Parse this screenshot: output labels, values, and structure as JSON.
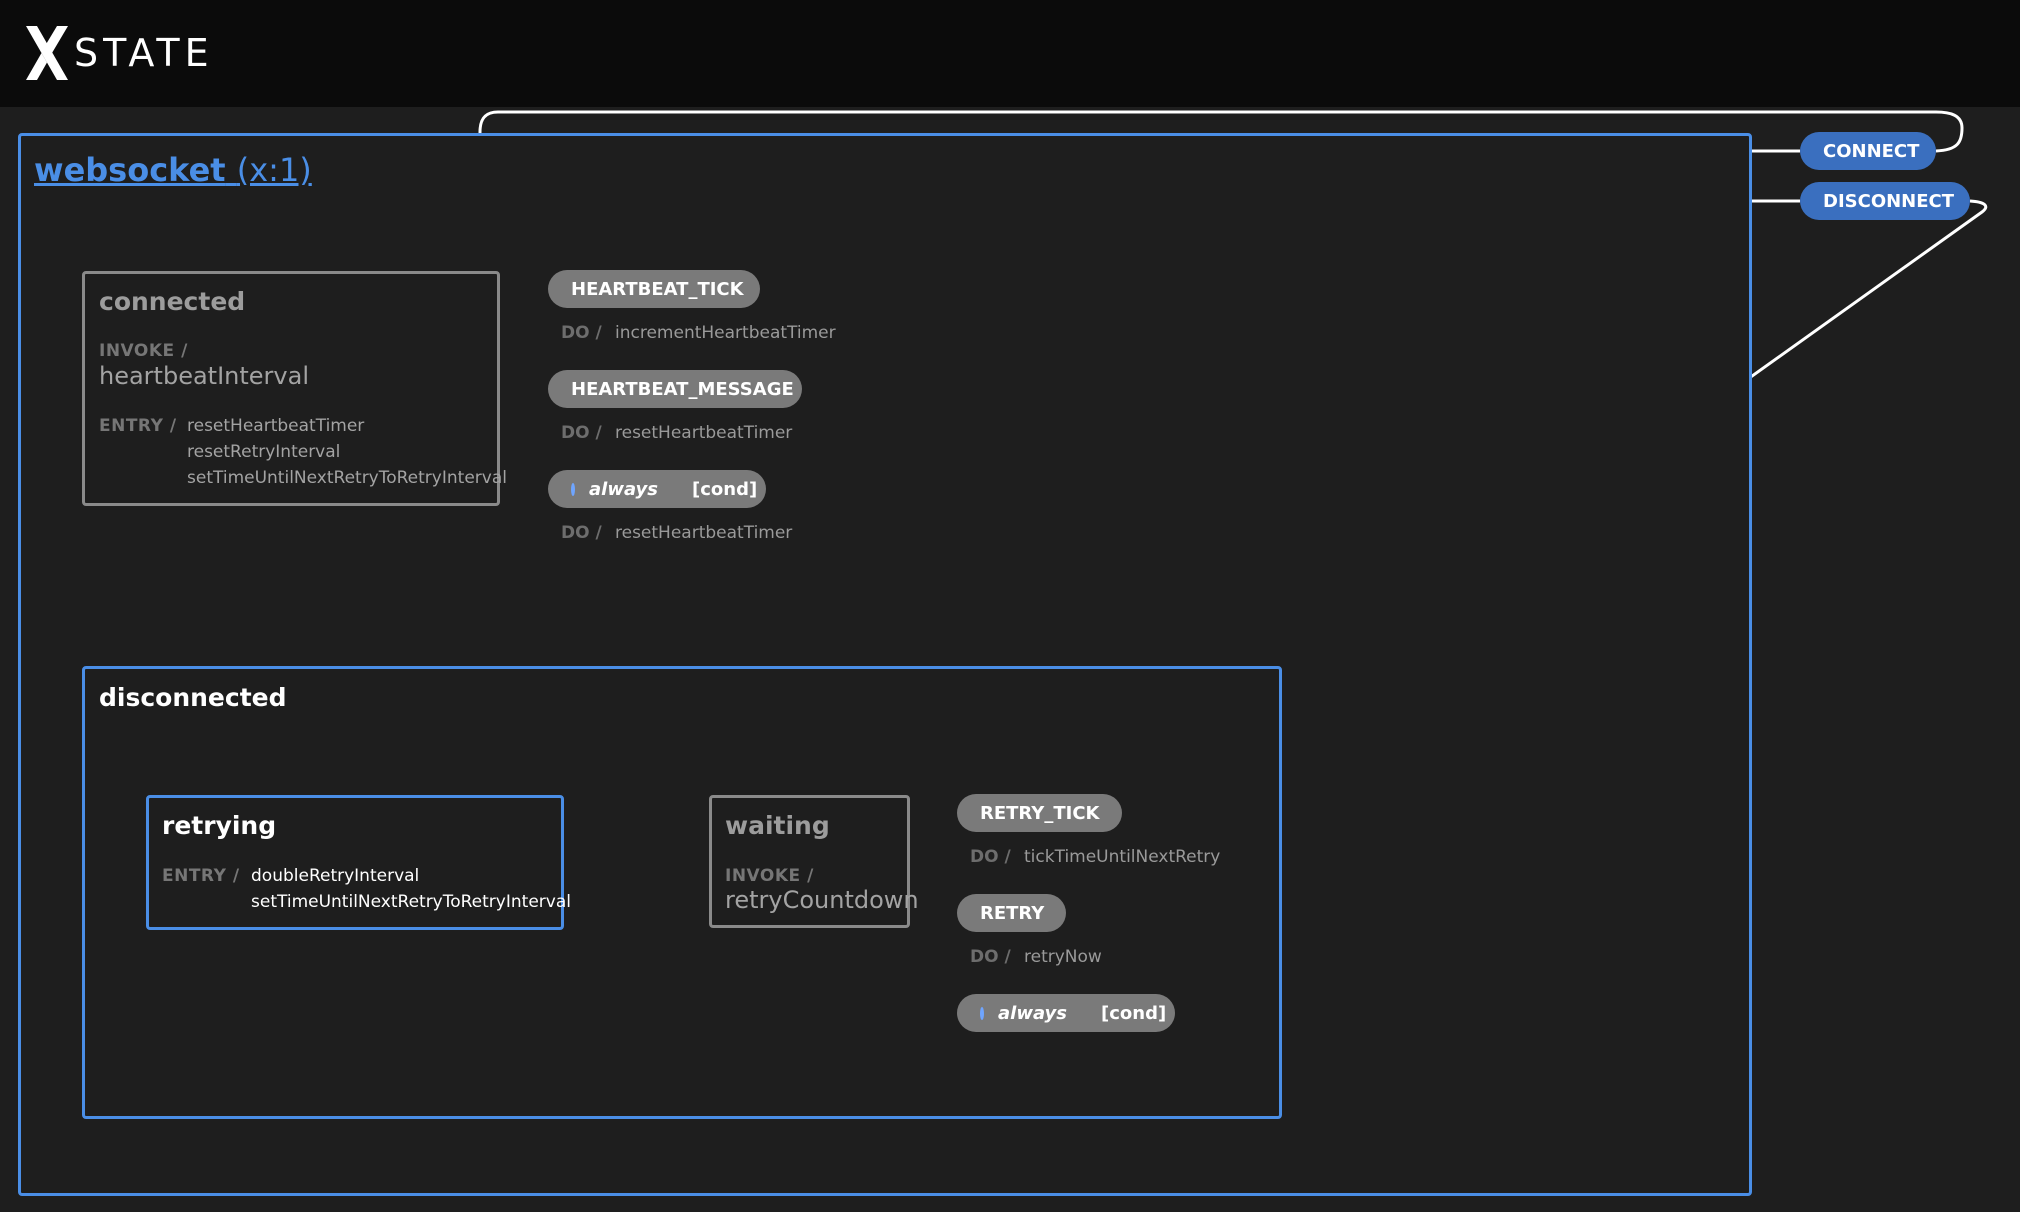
{
  "app": {
    "logo_mark": "X",
    "logo_word": "STATE"
  },
  "colors": {
    "background": "#1e1e1e",
    "topbar": "#0b0b0b",
    "active_border": "#4a8ee6",
    "inactive_border": "#8a8a8a",
    "event_pill": "#7a7a7a",
    "global_event_pill": "#3a6fbf"
  },
  "machine": {
    "name": "websocket",
    "id_label": "(x:1)"
  },
  "global_events": {
    "connect": "CONNECT",
    "disconnect": "DISCONNECT"
  },
  "states": {
    "connected": {
      "title": "connected",
      "invoke_key": "INVOKE /",
      "invoke_value": "heartbeatInterval",
      "entry_key": "ENTRY /",
      "entry_actions": [
        "resetHeartbeatTimer",
        "resetRetryInterval",
        "setTimeUntilNextRetryToRetryInterval"
      ],
      "transitions": [
        {
          "event": "HEARTBEAT_TICK",
          "do_key": "DO /",
          "action": "incrementHeartbeatTimer"
        },
        {
          "event": "HEARTBEAT_MESSAGE",
          "do_key": "DO /",
          "action": "resetHeartbeatTimer"
        },
        {
          "event": "always",
          "cond": "[cond]",
          "do_key": "DO /",
          "action": "resetHeartbeatTimer"
        }
      ]
    },
    "disconnected": {
      "title": "disconnected"
    },
    "retrying": {
      "title": "retrying",
      "entry_key": "ENTRY /",
      "entry_actions": [
        "doubleRetryInterval",
        "setTimeUntilNextRetryToRetryInterval"
      ]
    },
    "waiting": {
      "title": "waiting",
      "invoke_key": "INVOKE /",
      "invoke_value": "retryCountdown",
      "transitions": [
        {
          "event": "RETRY_TICK",
          "do_key": "DO /",
          "action": "tickTimeUntilNextRetry"
        },
        {
          "event": "RETRY",
          "do_key": "DO /",
          "action": "retryNow"
        },
        {
          "event": "always",
          "cond": "[cond]"
        }
      ]
    }
  }
}
